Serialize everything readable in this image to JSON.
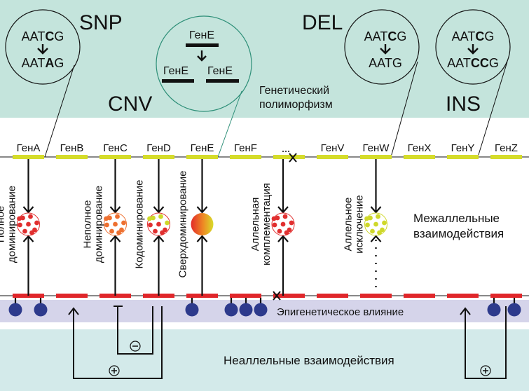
{
  "colors": {
    "top_band": "#c4e4dc",
    "bottom_band": "#d3eaea",
    "epigenetic_band": "#d5d4ea",
    "gene_segment": "#d5dc2b",
    "allele_segment": "#e0262a",
    "methyl_group": "#2d3a8c",
    "cnv_circle": "#2e8f78",
    "red_dot": "#e12f2f",
    "orange_dot": "#ee7030",
    "yellow_dot": "#cfd82a"
  },
  "polymorphism": {
    "title_line1": "Генетический",
    "title_line2": "полиморфизм",
    "snp": {
      "label": "SNP",
      "from": [
        "AAT",
        "C",
        "G"
      ],
      "to": [
        "AAT",
        "A",
        "G"
      ]
    },
    "cnv": {
      "label": "CNV",
      "gene": "ГенЕ",
      "copies": [
        "ГенЕ",
        "ГенЕ"
      ]
    },
    "del": {
      "label": "DEL",
      "from": [
        "AAT",
        "C",
        "G"
      ],
      "to": [
        "AATG"
      ]
    },
    "ins": {
      "label": "INS",
      "from": [
        "AAT",
        "C",
        "G"
      ],
      "to": [
        "AAT",
        "CC",
        "G"
      ]
    }
  },
  "genes": [
    "ГенA",
    "ГенB",
    "ГенC",
    "ГенD",
    "ГенE",
    "ГенF",
    "...",
    "ГенV",
    "ГенW",
    "ГенX",
    "ГенY",
    "ГенZ"
  ],
  "interactions": [
    {
      "label_line1": "Полное",
      "label_line2": "доминирование",
      "gene": "ГенA",
      "allele_style": "red-dots"
    },
    {
      "label_line1": "Неполное",
      "label_line2": "доминирование",
      "gene": "ГенC",
      "allele_style": "orange-dots"
    },
    {
      "label_line1": "Кодоминирование",
      "label_line2": "",
      "gene": "ГенD",
      "allele_style": "yellow-red-dots"
    },
    {
      "label_line1": "Сверхдоминирование",
      "label_line2": "",
      "gene": "ГенE",
      "allele_style": "gradient"
    },
    {
      "label_line1": "Аллельная",
      "label_line2": "комплементация",
      "gene": "...",
      "allele_style": "white-red-dots"
    },
    {
      "label_line1": "Аллельное",
      "label_line2": "исключение",
      "gene": "ГенW",
      "allele_style": "yellow-dots"
    }
  ],
  "labels": {
    "interallelic_line1": "Межаллельные",
    "interallelic_line2": "взаимодействия",
    "epigenetic": "Эпигенетическое влияние",
    "nonallelic": "Неаллельные взаимодействия",
    "minus_symbol": "−",
    "plus_symbol": "+"
  }
}
